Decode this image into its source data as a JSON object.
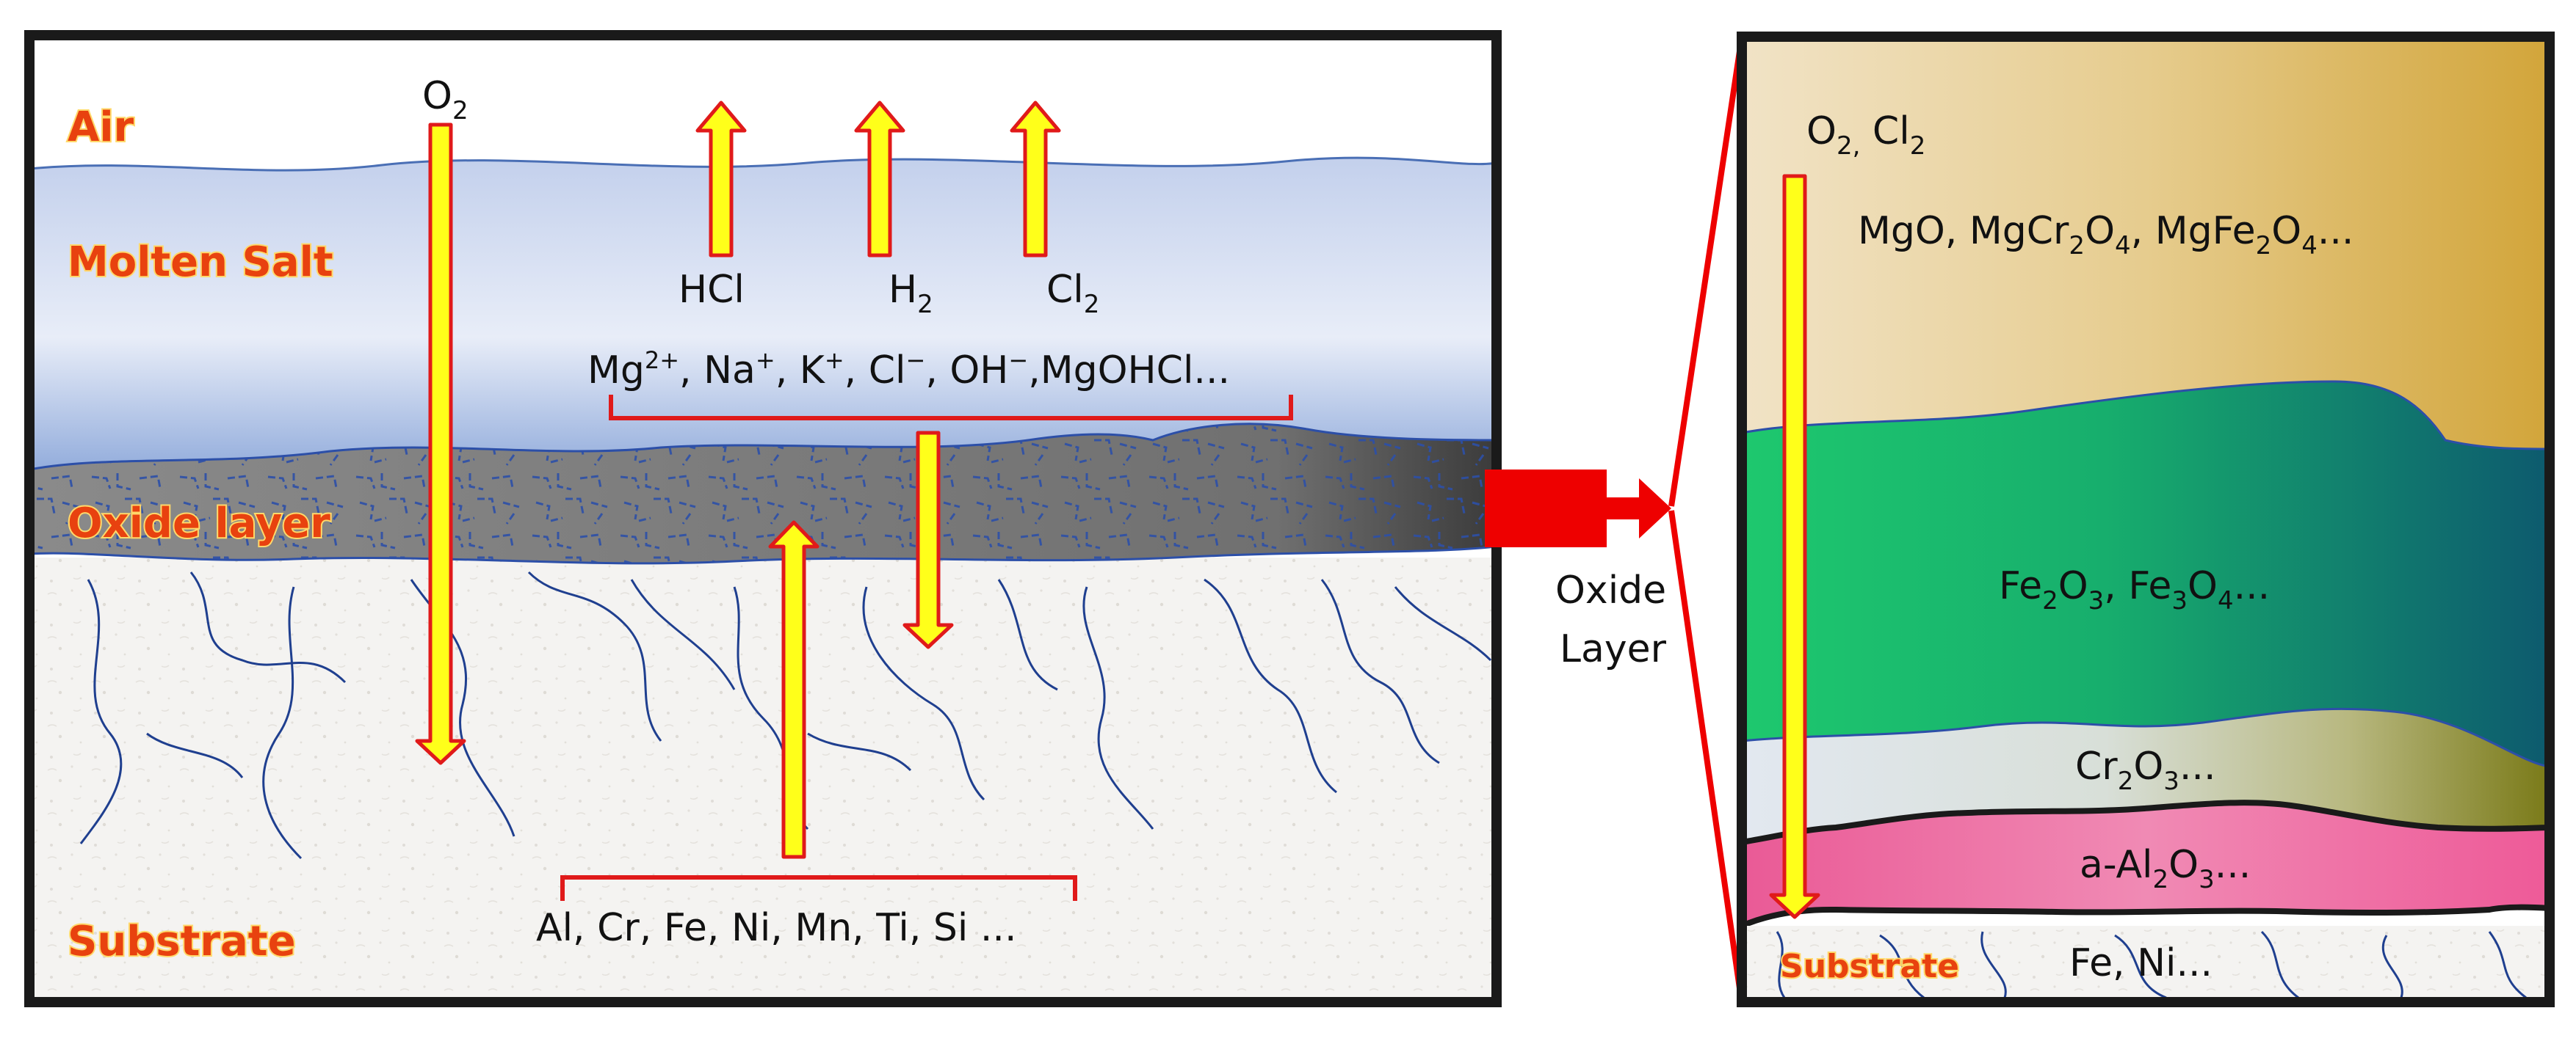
{
  "left_panel": {
    "zones": {
      "air": "Air",
      "molten_salt": "Molten Salt",
      "oxide_layer": "Oxide layer",
      "substrate": "Substrate"
    },
    "inward_arrow_label": {
      "main": "O",
      "sub": "2"
    },
    "gas_products": [
      {
        "main": "HCl",
        "sub": ""
      },
      {
        "main": "H",
        "sub": "2"
      },
      {
        "main": "Cl",
        "sub": "2"
      }
    ],
    "salt_species": {
      "mg": "Mg",
      "mg_sup": "2+",
      "na": ", Na",
      "na_sup": "+",
      "k": ", K",
      "k_sup": "+",
      "cl": ", Cl",
      "cl_sup": "−",
      "oh": ", OH",
      "oh_sup": "−",
      "rest": ",MgOHCl..."
    },
    "alloy_elements": "Al, Cr, Fe, Ni, Mn, Ti, Si ..."
  },
  "connector": {
    "line1": "Oxide",
    "line2": "Layer"
  },
  "right_panel": {
    "gases": {
      "o": "O",
      "o_sub": "2,",
      "cl": " Cl",
      "cl_sub": "2"
    },
    "layer_mgo": {
      "a": "MgO, MgCr",
      "a_sub": "2",
      "b": "O",
      "b_sub": "4",
      "c": ", MgFe",
      "c_sub": "2",
      "d": "O",
      "d_sub": "4",
      "e": "..."
    },
    "layer_fe": {
      "a": "Fe",
      "a_sub": "2",
      "b": "O",
      "b_sub": "3",
      "c": ", Fe",
      "c_sub": "3",
      "d": "O",
      "d_sub": "4",
      "e": "..."
    },
    "layer_cr": {
      "a": "Cr",
      "a_sub": "2",
      "b": "O",
      "b_sub": "3",
      "c": "..."
    },
    "layer_al": {
      "a": "a-Al",
      "a_sub": "2",
      "b": "O",
      "b_sub": "3",
      "c": "..."
    },
    "substrate_label": "Substrate",
    "substrate_elements": "Fe, Ni..."
  },
  "colors": {
    "arrow_fill": "#ffff1a",
    "arrow_stroke": "#e01a1a",
    "bracket": "#e01a1a",
    "crack_line": "#1f3f8f",
    "label_orange": "#e8420f",
    "connector_red": "#ee0000"
  }
}
